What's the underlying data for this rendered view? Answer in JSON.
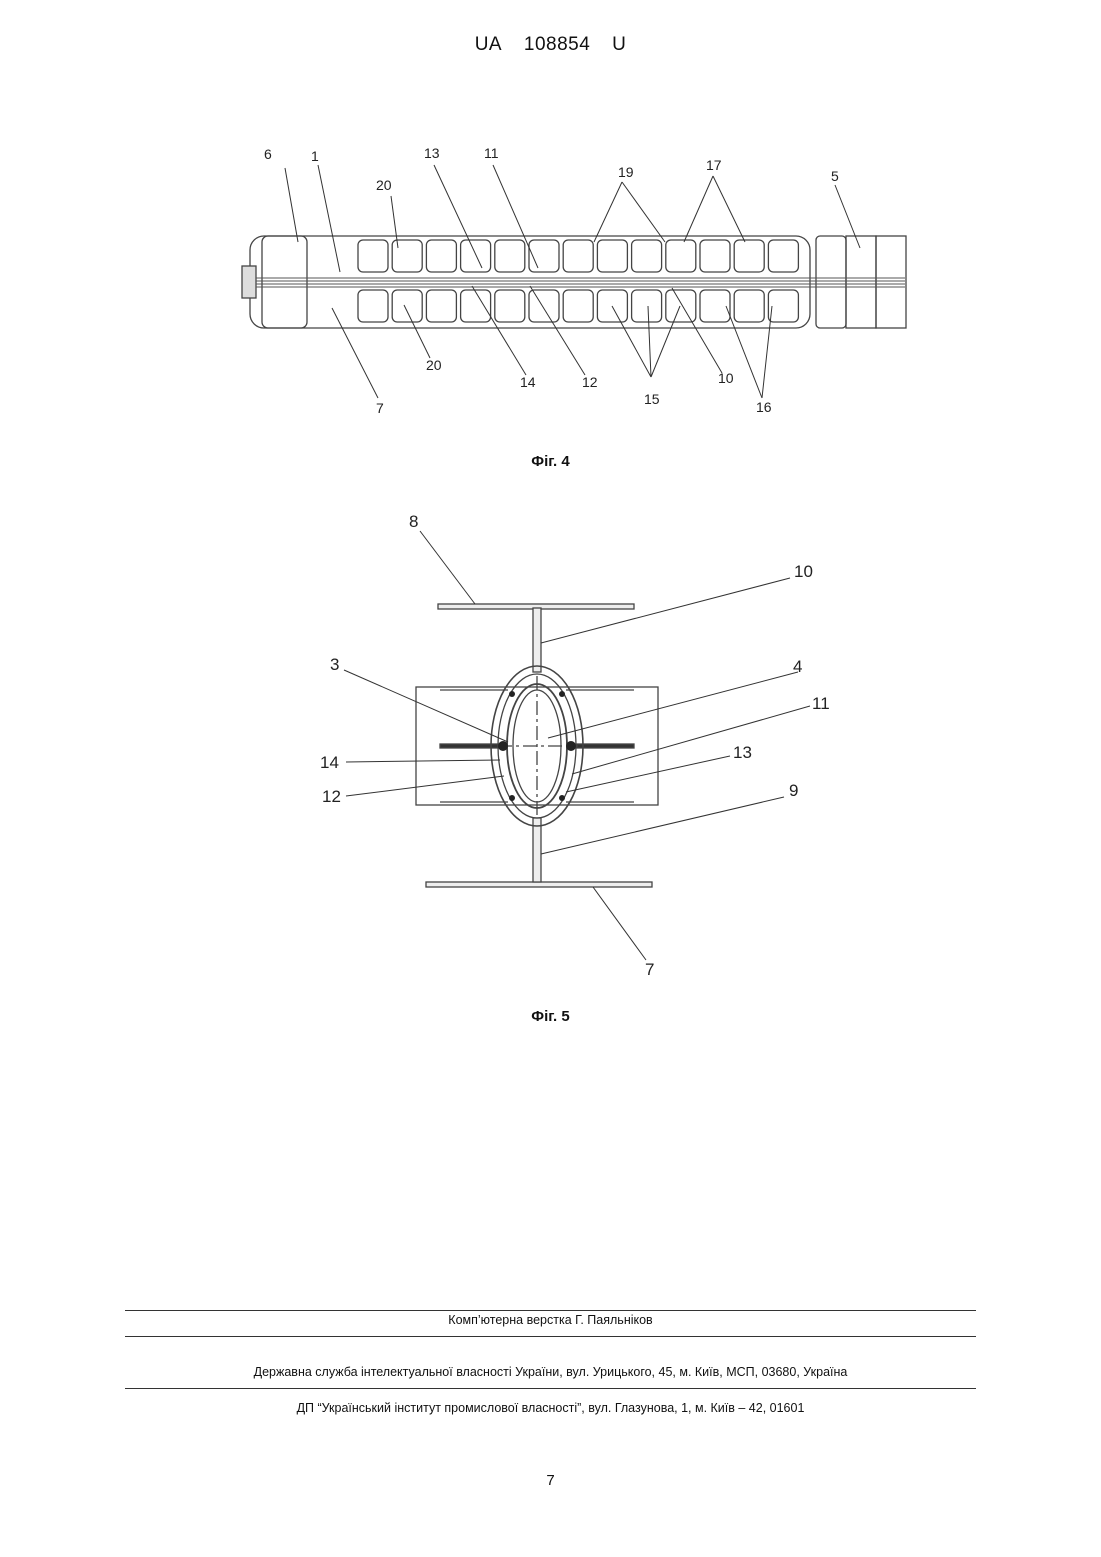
{
  "header": {
    "country": "UA",
    "number": "108854",
    "kind": "U"
  },
  "figure4": {
    "caption": "Фіг. 4",
    "labels": [
      "6",
      "1",
      "20",
      "13",
      "11",
      "19",
      "17",
      "5",
      "20",
      "7",
      "14",
      "12",
      "15",
      "10",
      "16"
    ]
  },
  "figure5": {
    "caption": "Фіг. 5",
    "labels": [
      "8",
      "10",
      "3",
      "4",
      "11",
      "14",
      "13",
      "12",
      "9",
      "7"
    ]
  },
  "footer": {
    "layout_credit": "Комп’ютерна верстка Г. Паяльніков",
    "agency": "Державна служба інтелектуальної власності України, вул. Урицького, 45, м. Київ, МСП, 03680, Україна",
    "institute": "ДП “Український інститут промислової власності”, вул. Глазунова, 1, м. Київ – 42, 01601",
    "page_number": "7"
  }
}
